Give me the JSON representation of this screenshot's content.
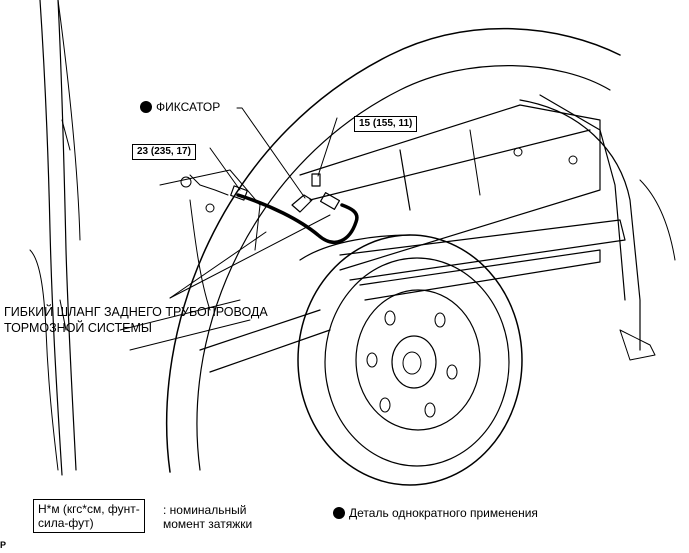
{
  "callouts": {
    "fixator": "ФИКСАТОР",
    "torque_upper": "15 (155, 11)",
    "torque_left": "23 (235, 17)",
    "hose_line1": "ГИБКИЙ ШЛАНГ ЗАДНЕГО ТРУБОПРОВОДА",
    "hose_line2": "ТОРМОЗНОЙ СИСТЕМЫ"
  },
  "legend": {
    "units_line1": "Н*м (кгс*см, фунт-",
    "units_line2": "сила-фут)",
    "units_desc_line1": ": номинальный",
    "units_desc_line2": "момент затяжки",
    "single_use": "Деталь однократного применения"
  },
  "corner_mark": "P"
}
